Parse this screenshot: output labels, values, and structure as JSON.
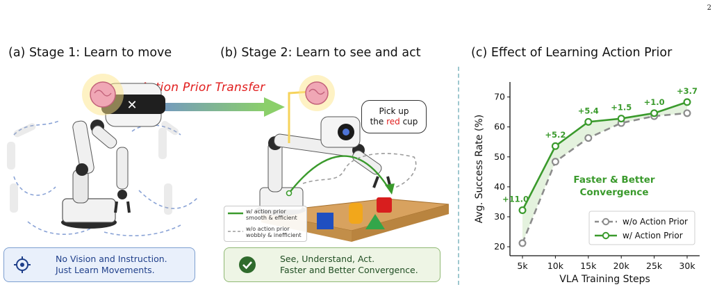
{
  "page_number": "2",
  "panel_a": {
    "title": "(a) Stage 1: Learn to move",
    "caption_line1": "No Vision and Instruction.",
    "caption_line2": "Just Learn Movements."
  },
  "panel_b": {
    "title": "(b) Stage 2: Learn to see and act",
    "transfer_label": "Action Prior Transfer",
    "speech_line1": "Pick up",
    "speech_pre": "the ",
    "speech_red": "red",
    "speech_post": " cup",
    "legend_with_1": "w/ action prior",
    "legend_with_2": "smooth & efficient",
    "legend_without_1": "w/o action prior",
    "legend_without_2": "wobbly & inefficient",
    "caption_line1": "See, Understand, Act.",
    "caption_line2": "Faster and Better Convergence."
  },
  "panel_c": {
    "title": "(c) Effect of Learning Action Prior",
    "annotation_line1": "Faster & Better",
    "annotation_line2": "Convergence"
  },
  "colors": {
    "green": "#3a9a2c",
    "gray": "#8c8c8c",
    "fill": "#dff0d8"
  },
  "chart_data": {
    "type": "line",
    "xlabel": "VLA Training Steps",
    "ylabel": "Avg. Success Rate (%)",
    "x": [
      "5k",
      "10k",
      "15k",
      "20k",
      "25k",
      "30k"
    ],
    "ylim": [
      17,
      75
    ],
    "yticks": [
      20,
      30,
      40,
      50,
      60,
      70
    ],
    "grid": false,
    "legend_position": "bottom-right",
    "series": [
      {
        "name": "w/o Action Prior",
        "values": [
          21.2,
          48.4,
          56.3,
          61.3,
          63.6,
          64.6
        ],
        "style": "dashed"
      },
      {
        "name": "w/ Action Prior",
        "values": [
          32.2,
          53.6,
          61.7,
          62.8,
          64.6,
          68.3
        ],
        "style": "solid"
      }
    ],
    "deltas": [
      "+11.0",
      "+5.2",
      "+5.4",
      "+1.5",
      "+1.0",
      "+3.7"
    ]
  }
}
